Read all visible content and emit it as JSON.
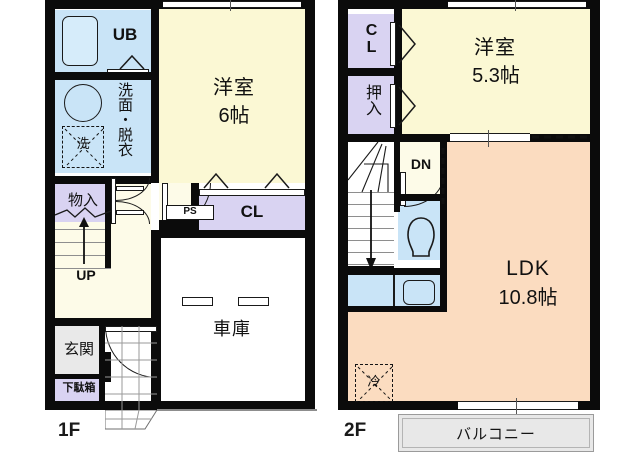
{
  "meta": {
    "doc_type": "japanese-floor-plan",
    "units": "jo (帖)"
  },
  "floors": [
    {
      "id": "1F",
      "tag": "1F",
      "rooms": [
        {
          "name": "UB",
          "label": "UB",
          "kind": "unit-bath",
          "fill": "#c9e4f7"
        },
        {
          "name": "washroom",
          "label": "洗面・脱衣",
          "kind": "washroom",
          "fill": "#c9e4f7"
        },
        {
          "name": "washer",
          "label": "洗",
          "kind": "washer-space"
        },
        {
          "name": "western-room",
          "label": "洋室",
          "size": "6帖",
          "kind": "bedroom",
          "fill": "#fbf8d4"
        },
        {
          "name": "closet-cl",
          "label": "CL",
          "kind": "closet",
          "fill": "#d9d3f2"
        },
        {
          "name": "storage",
          "label": "物入",
          "kind": "storage",
          "fill": "#d9d3f2"
        },
        {
          "name": "stairs-up",
          "label": "UP",
          "kind": "stairs"
        },
        {
          "name": "pipe-space",
          "label": "PS",
          "kind": "pipe-space"
        },
        {
          "name": "garage",
          "label": "車庫",
          "kind": "garage",
          "fill": "#ffffff"
        },
        {
          "name": "entrance",
          "label": "玄関",
          "kind": "entrance",
          "fill": "#e9e9e9"
        },
        {
          "name": "shoe-box",
          "label": "下駄箱",
          "kind": "shoe-cabinet",
          "fill": "#d9d3f2"
        }
      ]
    },
    {
      "id": "2F",
      "tag": "2F",
      "rooms": [
        {
          "name": "closet-cl",
          "label": "CL",
          "kind": "closet",
          "fill": "#d9d3f2"
        },
        {
          "name": "oshiire",
          "label": "押入",
          "kind": "closet",
          "fill": "#d9d3f2"
        },
        {
          "name": "western-room",
          "label": "洋室",
          "size": "5.3帖",
          "kind": "bedroom",
          "fill": "#fbf8d4"
        },
        {
          "name": "stairs-down",
          "label": "DN",
          "kind": "stairs"
        },
        {
          "name": "toilet",
          "label": "",
          "kind": "toilet",
          "fill": "#c9e4f7"
        },
        {
          "name": "vanity",
          "label": "",
          "kind": "vanity",
          "fill": "#c9e4f7"
        },
        {
          "name": "ldk",
          "label": "LDK",
          "size": "10.8帖",
          "kind": "living-dining-kitchen",
          "fill": "#fbdcc0"
        },
        {
          "name": "refrigerator",
          "label": "冷",
          "kind": "fridge-space"
        },
        {
          "name": "balcony",
          "label": "バルコニー",
          "kind": "balcony",
          "fill": "#e8e8e8"
        }
      ]
    }
  ],
  "labels": {
    "ub": "UB",
    "washroom": "洗面・脱衣",
    "washer": "洗",
    "youshitsu": "洋室",
    "size_1f_bed": "6帖",
    "cl": "CL",
    "monoire": "物入",
    "up": "UP",
    "ps": "PS",
    "garage": "車庫",
    "genkan": "玄関",
    "getabako": "下駄箱",
    "floor1": "1F",
    "cl2": "CL",
    "oshiire": "押入",
    "youshitsu2": "洋室",
    "size_2f_bed": "5.3帖",
    "dn": "DN",
    "ldk": "LDK",
    "size_ldk": "10.8帖",
    "fridge": "冷",
    "balcony": "バルコニー",
    "floor2": "2F"
  },
  "colors": {
    "wall": "#0b0b0b",
    "bedroom_fill": "#fbf8d4",
    "water_fill": "#c9e4f7",
    "closet_fill": "#d9d3f2",
    "ldk_fill": "#fbdcc0",
    "entrance_fill": "#e9e9e9",
    "balcony_fill": "#e8e8e8",
    "garage_fill": "#ffffff",
    "text": "#111111"
  }
}
